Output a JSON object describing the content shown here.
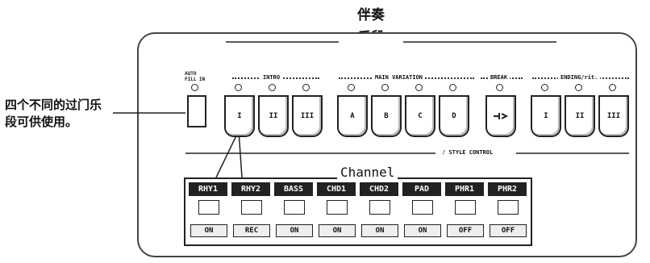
{
  "title": {
    "line1": "伴奏",
    "line2": "乐段"
  },
  "note": "四个不同的过门乐段可供使用。",
  "panel": {
    "autofill_label": "AUTO FILL IN",
    "sections": {
      "intro": "INTRO",
      "main": "MAIN VARIATION",
      "break": "BREAK",
      "ending": "ENDING/rit."
    },
    "style_control": "STYLE CONTROL",
    "buttons": [
      {
        "label": "I",
        "group": "intro"
      },
      {
        "label": "II",
        "group": "intro"
      },
      {
        "label": "III",
        "group": "intro"
      },
      {
        "label": "A",
        "group": "main"
      },
      {
        "label": "B",
        "group": "main"
      },
      {
        "label": "C",
        "group": "main"
      },
      {
        "label": "D",
        "group": "main"
      },
      {
        "label": "",
        "group": "break",
        "icon": "break-icon"
      },
      {
        "label": "I",
        "group": "ending"
      },
      {
        "label": "II",
        "group": "ending"
      },
      {
        "label": "III",
        "group": "ending"
      }
    ]
  },
  "channel": {
    "title": "Channel",
    "channels": [
      {
        "name": "RHY1",
        "state": "ON",
        "icon": "drum-icon"
      },
      {
        "name": "RHY2",
        "state": "REC",
        "icon": "drum-icon"
      },
      {
        "name": "BASS",
        "state": "ON",
        "icon": "bass-icon"
      },
      {
        "name": "CHD1",
        "state": "ON",
        "icon": "guitar-icon"
      },
      {
        "name": "CHD2",
        "state": "ON",
        "icon": "piano-icon"
      },
      {
        "name": "PAD",
        "state": "ON",
        "icon": "strings-icon"
      },
      {
        "name": "PHR1",
        "state": "OFF",
        "icon": "phrase-icon"
      },
      {
        "name": "PHR2",
        "state": "OFF",
        "icon": "phrase-icon"
      }
    ]
  }
}
